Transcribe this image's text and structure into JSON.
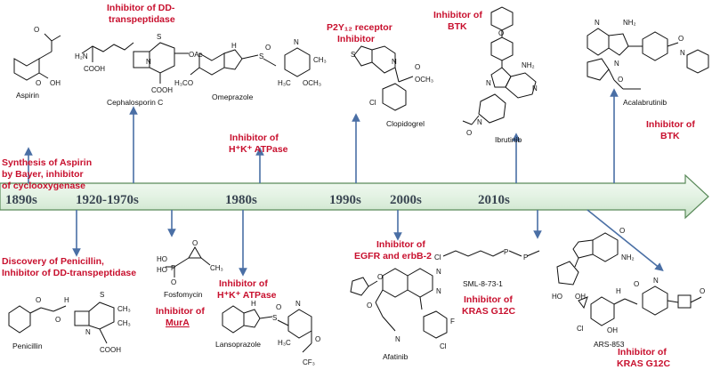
{
  "colors": {
    "label": "#c8102e",
    "arrow": "#4a6fa5",
    "timeline_fill": "#e6f3e6",
    "timeline_stroke": "#5a8a5a",
    "era_text": "#3a4652"
  },
  "eras": [
    "1890s",
    "1920-1970s",
    "1980s",
    "1990s",
    "2000s",
    "2010s"
  ],
  "labels": {
    "aspirin_l1": "Synthesis of Aspirin",
    "aspirin_l2": "by Bayer, inhibitor",
    "aspirin_l3": "of cyclooxygenase",
    "cephalo_l1": "Inhibitor of DD-",
    "cephalo_l2": "transpeptidase",
    "omeprazole_l1": "Inhibitor of",
    "omeprazole_l2": "H⁺K⁺ ATPase",
    "p2y_l1": "P2Y₁₂ receptor",
    "p2y_l2": "Inhibitor",
    "btk1_l1": "Inhibitor of",
    "btk1_l2": "BTK",
    "btk2_l1": "Inhibitor of",
    "btk2_l2": "BTK",
    "penicillin_l1": "Discovery of Penicillin,",
    "penicillin_l2": "Inhibitor of DD-transpeptidase",
    "mura_l1": "Inhibitor of",
    "mura_l2": "MurA",
    "lanso_l1": "Inhibitor of",
    "lanso_l2": "H⁺K⁺ ATPase",
    "egfr_l1": "Inhibitor of",
    "egfr_l2": "EGFR and erbB-2",
    "kras1_l1": "Inhibitor of",
    "kras1_l2": "KRAS G12C",
    "kras2_l1": "Inhibitor of",
    "kras2_l2": "KRAS G12C"
  },
  "compounds": {
    "aspirin": "Aspirin",
    "cephalosporin": "Cephalosporin C",
    "omeprazole": "Omeprazole",
    "clopidogrel": "Clopidogrel",
    "ibrutinib": "Ibrutinib",
    "acalabrutinib": "Acalabrutinib",
    "penicillin": "Penicillin",
    "fosfomycin": "Fosfomycin",
    "lansoprazole": "Lansoprazole",
    "afatinib": "Afatinib",
    "sml": "SML-8-73-1",
    "ars": "ARS-853"
  },
  "atoms": {
    "cooh": "COOH",
    "oh": "OH",
    "o": "O",
    "nh2": "NH₂",
    "h2n": "H₂N",
    "h": "H",
    "n": "N",
    "s": "S",
    "oac": "OAc",
    "och3": "OCH₃",
    "ch3": "CH₃",
    "h3c": "H₃C",
    "h3co": "H₃CO",
    "cl": "Cl",
    "f": "F",
    "ho": "HO",
    "p": "P",
    "cf3": "CF₃"
  }
}
